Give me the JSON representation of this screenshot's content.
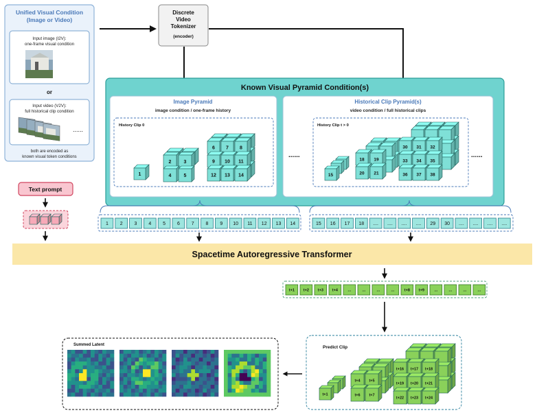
{
  "condition_box": {
    "title_line1": "Unified Visual Condition",
    "title_line2": "(Image or Video)",
    "image_label_line1": "Input image (I2V):",
    "image_label_line2": "one-frame visual condition",
    "or_label": "or",
    "video_label_line1": "Input video (V2V):",
    "video_label_line2": "full historical clip condition",
    "video_dots": "......",
    "footer_line1": "both are encoded as",
    "footer_line2": "known visual token conditions"
  },
  "tokenizer": {
    "line1": "Discrete",
    "line2": "Video",
    "line3": "Tokenizer",
    "line4": "(encoder)"
  },
  "pyramid_condition": {
    "title": "Known Visual Pyramid Condition(s)",
    "image_pyramid": {
      "title": "Image Pyramid",
      "subtitle": "image condition / one-frame history",
      "clip_label": "History Clip 0",
      "cubes": [
        "1",
        "2",
        "3",
        "4",
        "5",
        "6",
        "7",
        "8",
        "9",
        "10",
        "11",
        "12",
        "13",
        "14"
      ]
    },
    "historical_pyramid": {
      "title": "Historical Clip Pyramid(s)",
      "subtitle": "video condition / full historical clips",
      "clip_label": "History Clip t > 0",
      "cubes": [
        "15",
        "18",
        "19",
        "20",
        "21",
        "30",
        "31",
        "32",
        "33",
        "34",
        "35",
        "36",
        "37",
        "38"
      ],
      "dots_left": "......",
      "dots_right": "......"
    }
  },
  "text_prompt": {
    "label": "Text prompt"
  },
  "token_row_left": [
    "1",
    "2",
    "3",
    "4",
    "5",
    "6",
    "7",
    "8",
    "9",
    "10",
    "11",
    "12",
    "13",
    "14"
  ],
  "token_row_right": [
    "15",
    "16",
    "17",
    "18",
    "....",
    "....",
    "....",
    "....",
    "29",
    "30",
    "....",
    "....",
    "....",
    "...."
  ],
  "transformer": {
    "label": "Spacetime Autoregressive Transformer"
  },
  "output_tokens": [
    "t+1",
    "t+2",
    "t+3",
    "t+4",
    "...",
    "...",
    "...",
    "...",
    "t+8",
    "t+9",
    "...",
    "...",
    "...",
    "..."
  ],
  "predict_clip": {
    "label": "Predict Clip",
    "cubes": [
      "t+1",
      "t+4",
      "t+5",
      "t+6",
      "t+7",
      "t+16",
      "t+17",
      "t+18",
      "t+19",
      "t+20",
      "t+21",
      "t+22",
      "t+23",
      "t+24"
    ]
  },
  "summed_latent": {
    "label": "Summed Latent"
  },
  "colors": {
    "teal_panel": "#6fd3cf",
    "teal_border": "#2a9c97",
    "cube_teal": "#7fe0d7",
    "cube_green": "#8ad15a",
    "transformer_bg": "#fbe7a8",
    "prompt_bg": "#f9c6d0",
    "prompt_border": "#d0455f",
    "title_blue": "#4a79b8"
  }
}
